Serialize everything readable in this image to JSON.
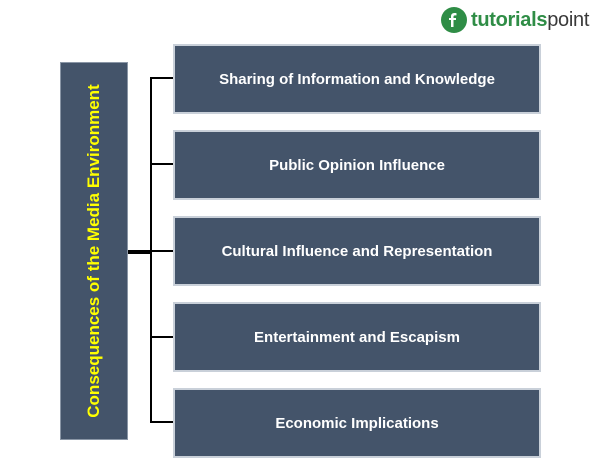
{
  "logo": {
    "brand_part1": "tutorials",
    "brand_part2": "point",
    "icon": "tutorialspoint-logo-icon",
    "color": "#2f8d46"
  },
  "diagram": {
    "root": "Consequences of the Media Environment",
    "children": [
      "Sharing of Information and Knowledge",
      "Public Opinion Influence",
      "Cultural Influence and Representation",
      "Entertainment and Escapism",
      "Economic Implications"
    ],
    "colors": {
      "box_fill": "#44546a",
      "root_text": "#ffff00",
      "node_text": "#ffffff",
      "connector": "#000000"
    }
  }
}
